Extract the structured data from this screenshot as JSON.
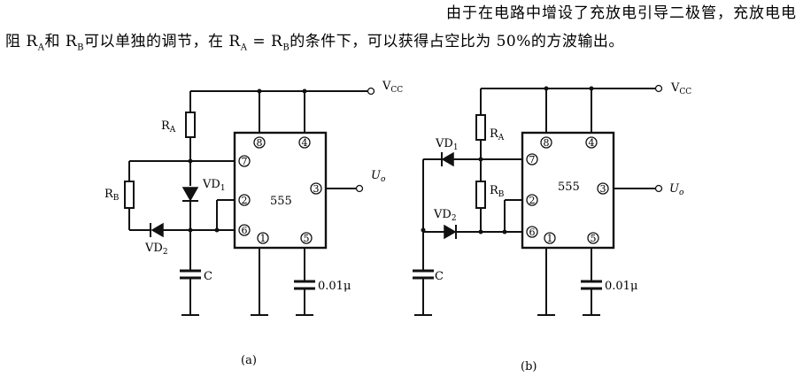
{
  "text": {
    "line1": "由于在电路中增设了充放电引导二极管，充放电电",
    "line2": "阻 R_A和 R_B可以单独的调节，在 R_A = R_B的条件下，可以获得占空比为 50%的方波输出。"
  },
  "circuit_a": {
    "caption": "(a)",
    "vcc": "V_CC",
    "output": "U_o",
    "chip": "555",
    "ra": "R_A",
    "rb": "R_B",
    "vd1": "VD_1",
    "vd2": "VD_2",
    "cap": "C",
    "cap2": "0.01μ",
    "pins": [
      "8",
      "4",
      "7",
      "3",
      "2",
      "6",
      "1",
      "5"
    ]
  },
  "circuit_b": {
    "caption": "(b)",
    "vcc": "V_CC",
    "output": "U_o",
    "chip": "555",
    "ra": "R_A",
    "rb": "R_B",
    "vd1": "VD_1",
    "vd2": "VD_2",
    "cap": "C",
    "cap2": "0.01μ",
    "pins": [
      "8",
      "4",
      "7",
      "3",
      "2",
      "6",
      "1",
      "5"
    ]
  }
}
